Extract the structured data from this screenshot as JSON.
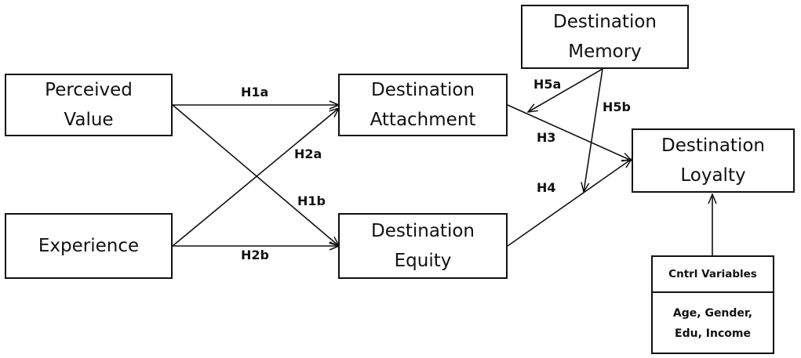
{
  "nodes": {
    "perceived_value": "Perceived\nValue",
    "experience": "Experience",
    "destination_attachment": "Destination\nAttachment",
    "destination_equity": "Destination\nEquity",
    "destination_memory": "Destination\nMemory",
    "destination_loyalty": "Destination\nLoyalty"
  },
  "control_box": {
    "title": "Cntrl Variables",
    "body": "Age, Gender,\nEdu, Income"
  },
  "edges": {
    "h1a": "H1a",
    "h1b": "H1b",
    "h2a": "H2a",
    "h2b": "H2b",
    "h3": "H3",
    "h4": "H4",
    "h5a": "H5a",
    "h5b": "H5b"
  },
  "colors": {
    "stroke": "#111111",
    "background": "#ffffff"
  }
}
